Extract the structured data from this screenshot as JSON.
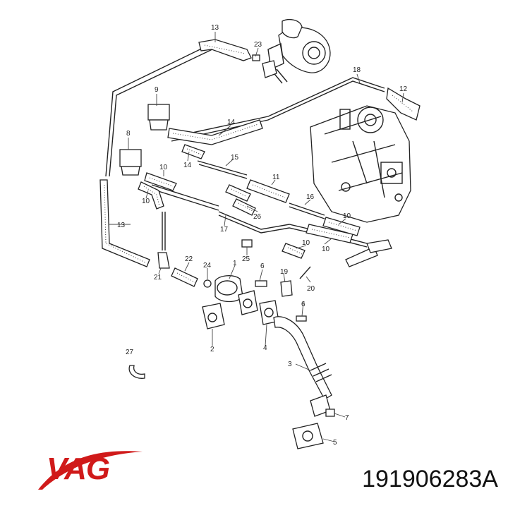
{
  "brand": {
    "name": "VAG",
    "color": "#d01a1a"
  },
  "part_number": "191906283A",
  "callouts": [
    {
      "id": "c13a",
      "label": "13"
    },
    {
      "id": "c23",
      "label": "23"
    },
    {
      "id": "c9",
      "label": "9"
    },
    {
      "id": "c18",
      "label": "18"
    },
    {
      "id": "c12",
      "label": "12"
    },
    {
      "id": "c14a",
      "label": "14"
    },
    {
      "id": "c8",
      "label": "8"
    },
    {
      "id": "c14b",
      "label": "14"
    },
    {
      "id": "c15",
      "label": "15"
    },
    {
      "id": "c10a",
      "label": "10"
    },
    {
      "id": "c11",
      "label": "11"
    },
    {
      "id": "c10b",
      "label": "10"
    },
    {
      "id": "c16",
      "label": "16"
    },
    {
      "id": "c26",
      "label": "26"
    },
    {
      "id": "c13b",
      "label": "13"
    },
    {
      "id": "c17",
      "label": "17"
    },
    {
      "id": "c10c",
      "label": "10"
    },
    {
      "id": "c10d",
      "label": "10"
    },
    {
      "id": "c10e",
      "label": "10"
    },
    {
      "id": "c25",
      "label": "25"
    },
    {
      "id": "c22",
      "label": "22"
    },
    {
      "id": "c1",
      "label": "1"
    },
    {
      "id": "c6a",
      "label": "6"
    },
    {
      "id": "c21",
      "label": "21"
    },
    {
      "id": "c24",
      "label": "24"
    },
    {
      "id": "c19",
      "label": "19"
    },
    {
      "id": "c20",
      "label": "20"
    },
    {
      "id": "c6b",
      "label": "6"
    },
    {
      "id": "c2",
      "label": "2"
    },
    {
      "id": "c4",
      "label": "4"
    },
    {
      "id": "c27",
      "label": "27"
    },
    {
      "id": "c3",
      "label": "3"
    },
    {
      "id": "c7",
      "label": "7"
    },
    {
      "id": "c5",
      "label": "5"
    }
  ]
}
